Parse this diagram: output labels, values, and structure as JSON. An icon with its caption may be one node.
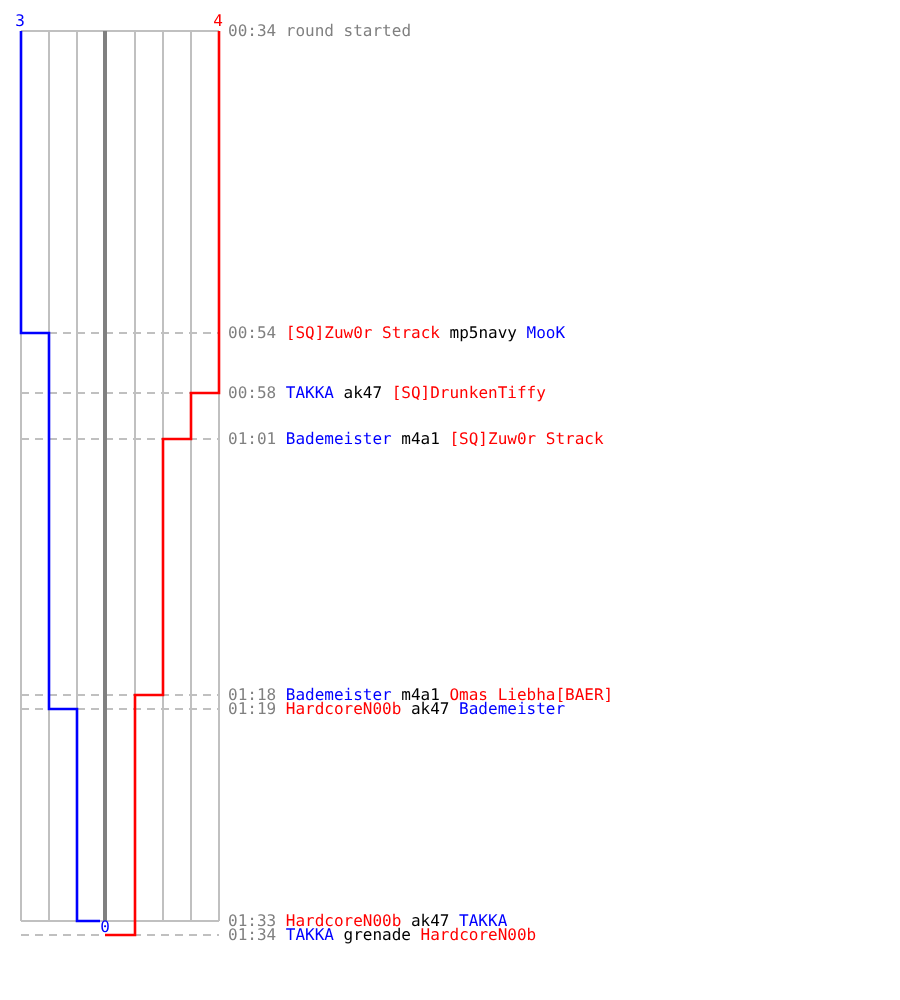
{
  "diagram": {
    "labels": [
      "3",
      "4",
      "00:34",
      "round started",
      "00:54",
      "[SQ]Zuw0r Strack",
      "mp5navy",
      "MooK",
      "00:58",
      "TAKKA",
      "ak47",
      "[SQ]DrunkenTiffy",
      "01:01",
      "Bademeister",
      "m4a1",
      "[SQ]Zuw0r Strack",
      "01:18",
      "Bademeister",
      "m4a1",
      "Omas Liebha[BAER]",
      "01:19",
      "HardcoreN00b",
      "ak47",
      "Bademeister",
      "01:33",
      "HardcoreN00b",
      "ak47",
      "TAKKA",
      "0",
      "01:34",
      "TAKKA",
      "grenade",
      "HardcoreN00b"
    ]
  }
}
